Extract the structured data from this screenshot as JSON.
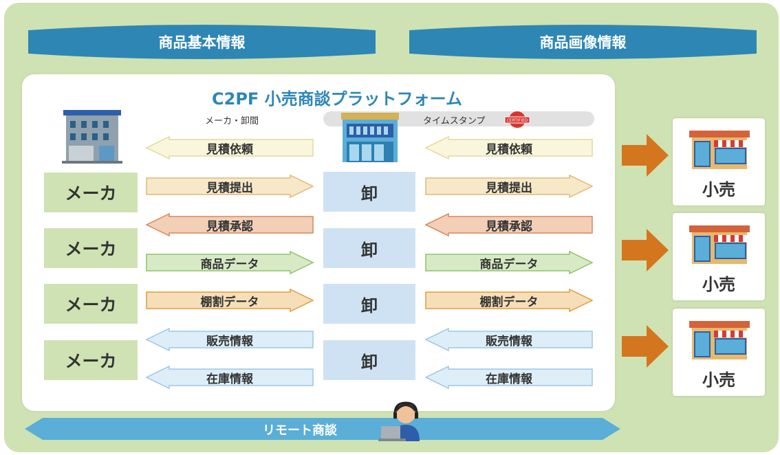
{
  "banners": {
    "basic_info": "商品基本情報",
    "image_info": "商品画像情報"
  },
  "platform": {
    "title": "C2PF 小売商談プラットフォーム",
    "maker_wholesale_label": "メーカ・卸間",
    "timestamp_label": "タイムスタンプ",
    "certified_text": "CERTIFIED"
  },
  "makers": [
    "メーカ",
    "メーカ",
    "メーカ",
    "メーカ"
  ],
  "wholesalers": [
    "卸",
    "卸",
    "卸",
    "卸"
  ],
  "retailers": [
    "小売",
    "小売",
    "小売"
  ],
  "arrows_left": [
    {
      "label": "見積依頼",
      "direction": "left",
      "color": "#f9f6dc",
      "stroke": "#e3d99a"
    },
    {
      "label": "見積提出",
      "direction": "right",
      "color": "#f7e8c8",
      "stroke": "#e2b776"
    },
    {
      "label": "見積承認",
      "direction": "left",
      "color": "#f2cfb6",
      "stroke": "#d9865a"
    },
    {
      "label": "商品データ",
      "direction": "right",
      "color": "#d8eac5",
      "stroke": "#8ec26a"
    },
    {
      "label": "棚割データ",
      "direction": "right",
      "color": "#f6dfb8",
      "stroke": "#e39a3a"
    },
    {
      "label": "販売情報",
      "direction": "left",
      "color": "#ddeef8",
      "stroke": "#9cc7e4"
    },
    {
      "label": "在庫情報",
      "direction": "left",
      "color": "#ddeef8",
      "stroke": "#9cc7e4"
    }
  ],
  "arrows_right": [
    {
      "label": "見積依頼",
      "direction": "left",
      "color": "#f9f6dc",
      "stroke": "#e3d99a"
    },
    {
      "label": "見積提出",
      "direction": "right",
      "color": "#f7e8c8",
      "stroke": "#e2b776"
    },
    {
      "label": "見積承認",
      "direction": "left",
      "color": "#f2cfb6",
      "stroke": "#d9865a"
    },
    {
      "label": "商品データ",
      "direction": "right",
      "color": "#d8eac5",
      "stroke": "#8ec26a"
    },
    {
      "label": "棚割データ",
      "direction": "right",
      "color": "#f6dfb8",
      "stroke": "#e39a3a"
    },
    {
      "label": "販売情報",
      "direction": "left",
      "color": "#ddeef8",
      "stroke": "#9cc7e4"
    },
    {
      "label": "在庫情報",
      "direction": "left",
      "color": "#ddeef8",
      "stroke": "#9cc7e4"
    }
  ],
  "remote": {
    "label": "リモート商談"
  },
  "colors": {
    "banner": "#2e86b5",
    "background": "#cfe2b3",
    "retail_arrow": "#d4761e",
    "remote_bar": "#5aaed8",
    "title": "#2d86b8"
  }
}
